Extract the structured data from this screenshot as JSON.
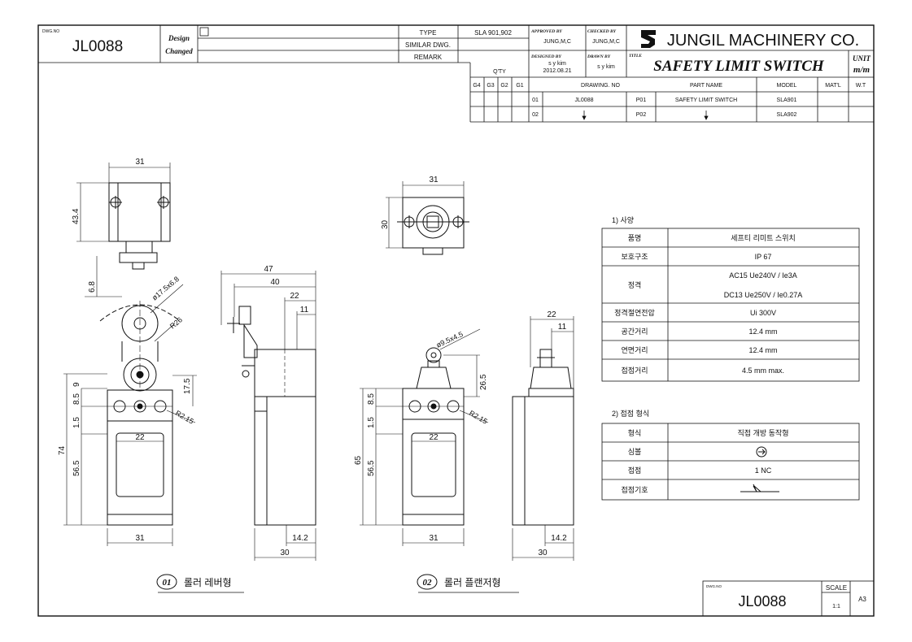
{
  "title_block": {
    "dwg_no_caption": "DWG.NO",
    "dwg_no": "JL0088",
    "design_changed_line1": "Design",
    "design_changed_line2": "Changed",
    "type_label": "TYPE",
    "type_value": "SLA 901,902",
    "similar_dwg_label": "SIMILAR DWG.",
    "remark_label": "REMARK",
    "qty_label": "Q'TY",
    "approved_by_label": "APPROVED BY",
    "approved_by": "JUNG,M,C",
    "checked_by_label": "CHECKED BY",
    "checked_by": "JUNG,M,C",
    "designed_by_label": "DESIGNED BY",
    "designed_by": "s y kim",
    "designed_date": "2012.08.21",
    "drawn_by_label": "DRAWN BY",
    "drawn_by": "s y kim",
    "company": "JUNGIL MACHINERY CO.",
    "title_label": "TITLE",
    "title": "SAFETY LIMIT SWITCH",
    "unit_label": "UNIT",
    "unit_value": "m/m"
  },
  "parts_table": {
    "headers": [
      "G4",
      "G3",
      "G2",
      "G1",
      "DRAWING. NO",
      "PART NAME",
      "MODEL",
      "MAT'L",
      "W.T"
    ],
    "rows": [
      {
        "no": "01",
        "drawing": "JL0088",
        "part": "P01",
        "name": "SAFETY LIMIT SWITCH",
        "model": "SLA901"
      },
      {
        "no": "02",
        "drawing": "",
        "part": "P02",
        "name": "",
        "model": "SLA902"
      }
    ]
  },
  "spec": {
    "section_title": "1) 사양",
    "rows": [
      {
        "label": "품명",
        "value": "세프티 리미트 스위치"
      },
      {
        "label": "보호구조",
        "value": "IP 67"
      },
      {
        "label": "정격",
        "value": "AC15 Ue240V / Ie3A",
        "value2": "DC13 Ue250V / Ie0.27A"
      },
      {
        "label": "정격절연전압",
        "value": "Ui 300V"
      },
      {
        "label": "공간거리",
        "value": "12.4 mm"
      },
      {
        "label": "연면거리",
        "value": "12.4 mm"
      },
      {
        "label": "접점거리",
        "value": "4.5 mm max."
      }
    ]
  },
  "contact": {
    "section_title": "2) 접점 형식",
    "rows": [
      {
        "label": "형식",
        "value": "직접 개방 동작형"
      },
      {
        "label": "심볼",
        "value": ""
      },
      {
        "label": "접점",
        "value": "1 NC"
      },
      {
        "label": "접점기호",
        "value": ""
      }
    ]
  },
  "views": {
    "view1_number": "01",
    "view1_caption": "롤러 레버형",
    "view2_number": "02",
    "view2_caption": "롤러 플랜저형"
  },
  "dimensions": {
    "d31": "31",
    "d43_4": "43.4",
    "d6_8": "6.8",
    "d_roller1": "ø17.5x6.8",
    "r26": "R26",
    "d9": "9",
    "d8_5": "8.5",
    "d1_5": "1.5",
    "d17_5": "17.5",
    "r2_15": "R2.15",
    "d22": "22",
    "d74": "74",
    "d56_5": "56.5",
    "d47": "47",
    "d40": "40",
    "d11": "11",
    "d14_2": "14.2",
    "d30": "30",
    "d65": "65",
    "d26_5": "26.5",
    "d_roller2": "ø9.5x4.5"
  },
  "bottom_block": {
    "dwg_no_caption": "DWG.NO",
    "dwg_no": "JL0088",
    "scale_label": "SCALE",
    "scale_value": "1:1",
    "sheet_size": "A3"
  }
}
